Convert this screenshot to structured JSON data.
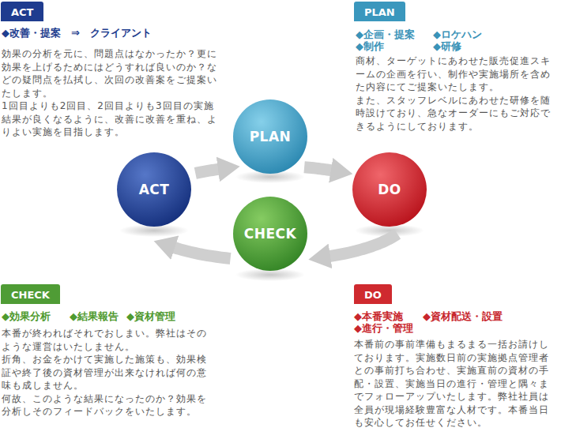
{
  "diagram": {
    "nodes": [
      {
        "text": [
          "ACT"
        ]
      },
      {
        "text": [
          "PLAN"
        ]
      },
      {
        "text": [
          "PLAN"
        ]
      },
      {
        "text": [
          "ACT"
        ]
      },
      {
        "text": [
          "DO"
        ]
      },
      {
        "text": [
          "CHECK"
        ]
      },
      {
        "text": [
          "CHECK"
        ]
      },
      {
        "text": [
          "DO"
        ]
      }
    ],
    "edges": [
      {
        "from": 2,
        "to": 4,
        "arrow": "to"
      },
      {
        "from": 4,
        "to": 5,
        "arrow": "to"
      },
      {
        "from": 5,
        "to": 3,
        "arrow": "to"
      },
      {
        "from": 3,
        "to": 2,
        "arrow": "to"
      }
    ],
    "labels": [
      "◆改善・提案　⇒　クライアント",
      "効果の分析を元に、問題点はなかったか？更に効果を上げるためにはどうすれば良いのか？などの疑問点を払拭し、次回の改善案をご提案いたします。",
      "1回目よりも2回目、2回目よりも3回目の実施結果が良くなるように、改善に改善を重ね、よりよい実施を目指します。",
      "◆企画・提案",
      "◆ロケハン",
      "◆制作",
      "◆研修",
      "商材、ターゲットにあわせた販売促進スキームの企画を行い、制作や実施場所を含めた内容にてご提案いたします。",
      "また、スタッフレベルにあわせた研修を随時設けており、急なオーダーにもご対応できるようにしております。",
      "◆効果分析",
      "◆結果報告",
      "◆資材管理",
      "本番が終わればそれでおしまい。弊社はそのような運営はいたしません。",
      "折角、お金をかけて実施した施策も、効果検証や終了後の資材管理が出来なければ何の意味も成しません。",
      "何故、このような結果になったのか？効果を分析しそのフィードバックをいたします。",
      "◆本番実施",
      "◆資材配送・設置",
      "◆進行・管理",
      "本番前の事前準備もまるまる一括お請けしております。実施数日前の実施拠点管理者との事前打ち合わせ、実施直前の資材の手配・設置、実施当日の進行・管理と隅々までフォローアップいたします。弊社社員は全員が現場経験豊富な人材です。本番当日も安心してお任せください。"
    ]
  }
}
